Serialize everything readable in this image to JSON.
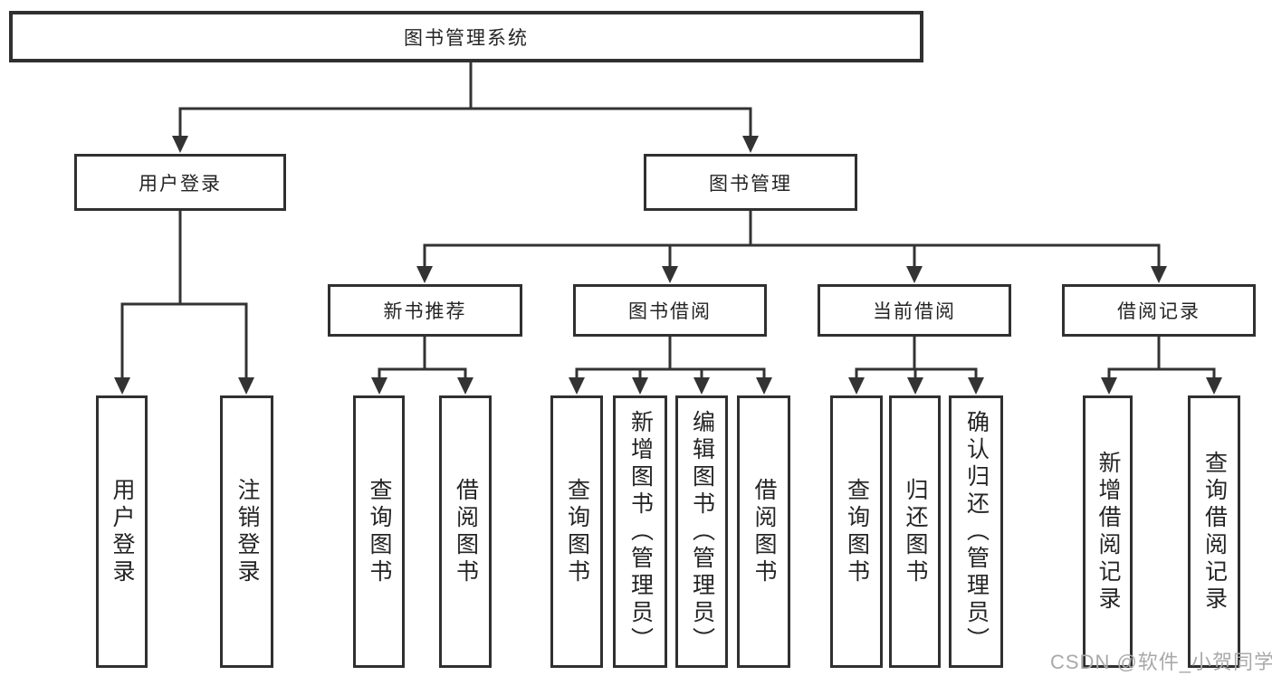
{
  "diagram": {
    "root": "图书管理系统",
    "branches": [
      {
        "label": "用户登录",
        "children": [
          "用户登录",
          "注销登录"
        ]
      },
      {
        "label": "图书管理",
        "children": [
          {
            "label": "新书推荐",
            "children": [
              "查询图书",
              "借阅图书"
            ]
          },
          {
            "label": "图书借阅",
            "children": [
              "查询图书",
              "新增图书（管理员）",
              "编辑图书（管理员）",
              "借阅图书"
            ]
          },
          {
            "label": "当前借阅",
            "children": [
              "查询图书",
              "归还图书",
              "确认归还（管理员）"
            ]
          },
          {
            "label": "借阅记录",
            "children": [
              "新增借阅记录",
              "查询借阅记录"
            ]
          }
        ]
      }
    ],
    "watermark": "CSDN @软件_小贺同学",
    "colors": {
      "line": "#333333",
      "box_border": "#303030",
      "text": "#242424",
      "watermark": "#a9a9a9",
      "background": "#ffffff"
    }
  }
}
